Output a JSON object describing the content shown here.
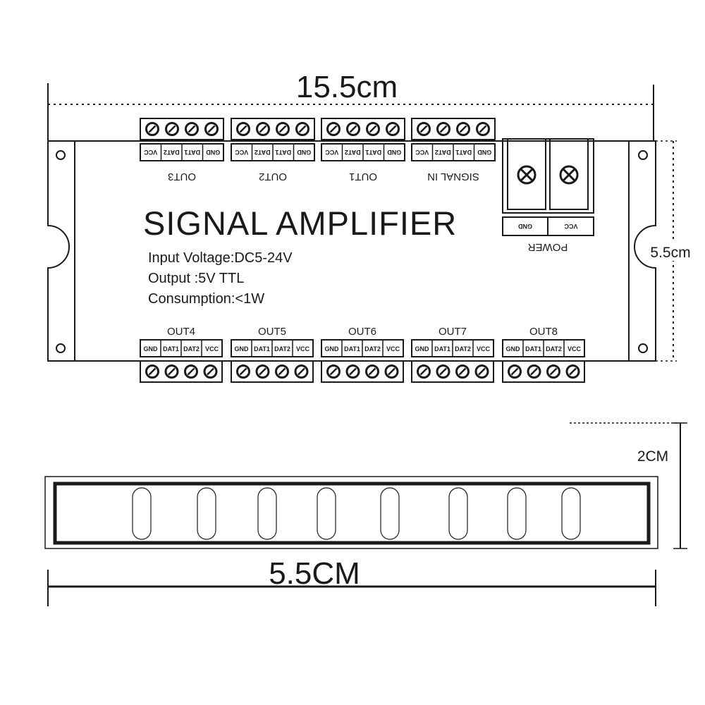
{
  "dimensions": {
    "width_top": "15.5cm",
    "height_side": "5.5cm",
    "depth": "2CM",
    "width_bottom": "5.5CM"
  },
  "title": "SIGNAL AMPLIFIER",
  "specs": {
    "input": "Input Voltage:DC5-24V",
    "output": "Output :5V  TTL",
    "consumption": "Consumption:<1W"
  },
  "top_connectors": [
    {
      "label": "OUT3",
      "pins": [
        "GND",
        "DAT1",
        "DAT2",
        "VCC"
      ]
    },
    {
      "label": "OUT2",
      "pins": [
        "GND",
        "DAT1",
        "DAT2",
        "VCC"
      ]
    },
    {
      "label": "OUT1",
      "pins": [
        "GND",
        "DAT1",
        "DAT2",
        "VCC"
      ]
    },
    {
      "label": "SIGNAL IN",
      "pins": [
        "GND",
        "DAT1",
        "DAT2",
        "VCC"
      ]
    }
  ],
  "bottom_connectors": [
    {
      "label": "OUT4",
      "pins": [
        "GND",
        "DAT1",
        "DAT2",
        "VCC"
      ]
    },
    {
      "label": "OUT5",
      "pins": [
        "GND",
        "DAT1",
        "DAT2",
        "VCC"
      ]
    },
    {
      "label": "OUT6",
      "pins": [
        "GND",
        "DAT1",
        "DAT2",
        "VCC"
      ]
    },
    {
      "label": "OUT7",
      "pins": [
        "GND",
        "DAT1",
        "DAT2",
        "VCC"
      ]
    },
    {
      "label": "OUT8",
      "pins": [
        "GND",
        "DAT1",
        "DAT2",
        "VCC"
      ]
    }
  ],
  "power": {
    "label": "POWER",
    "pins": [
      "GND",
      "VCC"
    ]
  },
  "colors": {
    "line": "#1a1a1a",
    "background": "#ffffff"
  }
}
